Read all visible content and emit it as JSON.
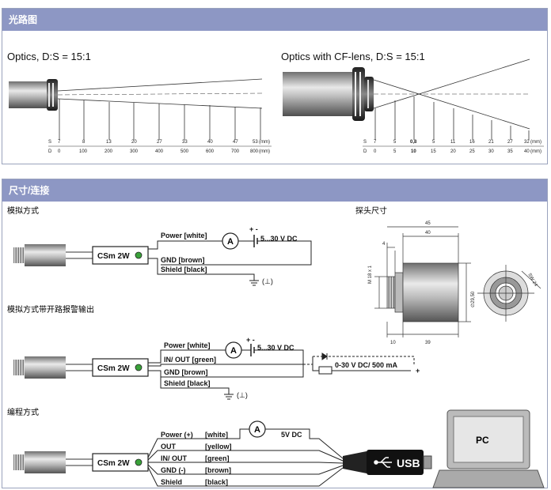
{
  "section1": {
    "header": "光路图",
    "left": {
      "title": "Optics, D:S = 15:1",
      "row_s_label": "S",
      "row_d_label": "D",
      "s_values": [
        "7",
        "8",
        "13",
        "20",
        "27",
        "33",
        "40",
        "47",
        "53"
      ],
      "d_values": [
        "0",
        "100",
        "200",
        "300",
        "400",
        "500",
        "600",
        "700",
        "800"
      ],
      "unit": "(mm)"
    },
    "right": {
      "title": "Optics with CF-lens, D:S = 15:1",
      "row_s_label": "S",
      "row_d_label": "D",
      "s_values": [
        "7",
        "5",
        "0,8",
        "5",
        "11",
        "16",
        "21",
        "27",
        "32"
      ],
      "d_values": [
        "0",
        "5",
        "10",
        "15",
        "20",
        "25",
        "30",
        "35",
        "40"
      ],
      "unit": "(mm)"
    }
  },
  "section2": {
    "header": "尺寸/连接",
    "analog": {
      "title": "模拟方式",
      "box_label": "CSm 2W",
      "power": "Power  [white]",
      "voltage": "5...30 V DC",
      "ammeter": "A",
      "plus_minus": "+ -",
      "gnd": "GND  [brown]",
      "shield": "Shield  [black]",
      "ground_symbol": "(⊥)"
    },
    "dimension": {
      "title": "探头尺寸",
      "dims": [
        "45",
        "40",
        "4",
        "M 18 x 1",
        "∅29,50",
        "10",
        "39",
        "SW 24"
      ]
    },
    "alarm": {
      "title": "模拟方式带开路报警输出",
      "box_label": "CSm 2W",
      "power": "Power  [white]",
      "voltage": "5...30 V DC",
      "ammeter": "A",
      "plus_minus": "+ -",
      "inout": "IN/ OUT  [green]",
      "gnd": "GND  [brown]",
      "shield": "Shield  [black]",
      "output": "0-30 V DC/ 500 mA",
      "plus": "+",
      "ground_symbol": "(⊥)"
    },
    "program": {
      "title": "编程方式",
      "box_label": "CSm 2W",
      "ammeter": "A",
      "voltage": "5V DC",
      "wires": [
        {
          "name": "Power (+)",
          "color": "[white]"
        },
        {
          "name": "OUT",
          "color": "[yellow]"
        },
        {
          "name": "IN/ OUT",
          "color": "[green]"
        },
        {
          "name": "GND (-)",
          "color": "[brown]"
        },
        {
          "name": "Shield",
          "color": "[black]"
        }
      ],
      "usb": "USB",
      "pc": "PC"
    }
  }
}
